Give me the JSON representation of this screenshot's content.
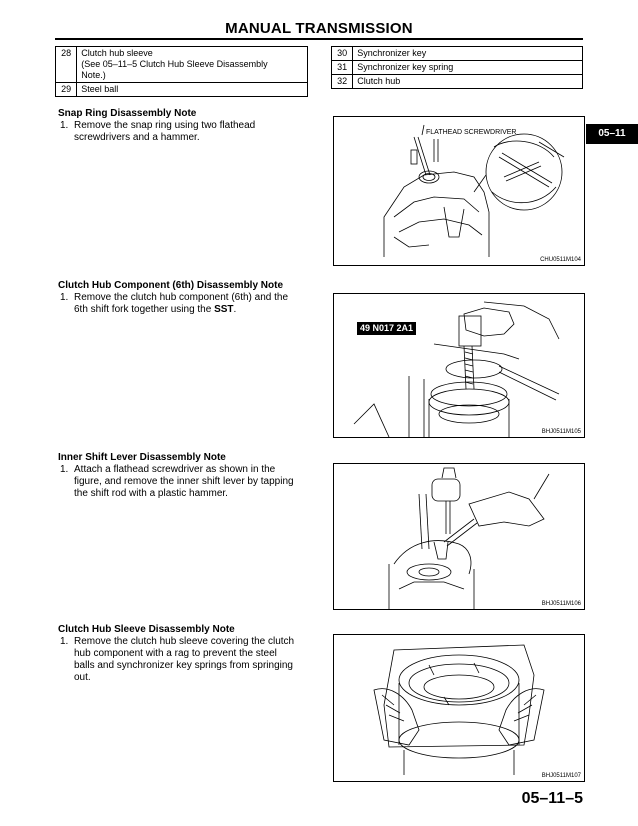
{
  "header": {
    "title": "MANUAL TRANSMISSION"
  },
  "tab_label": "05–11",
  "parts_left": [
    {
      "num": "28",
      "lines": [
        "Clutch hub sleeve",
        "(See 05–11–5 Clutch Hub Sleeve Disassembly",
        "Note.)"
      ]
    },
    {
      "num": "29",
      "lines": [
        "Steel ball"
      ]
    }
  ],
  "parts_right": [
    {
      "num": "30",
      "lines": [
        "Synchronizer key"
      ]
    },
    {
      "num": "31",
      "lines": [
        "Synchronizer key spring"
      ]
    },
    {
      "num": "32",
      "lines": [
        "Clutch hub"
      ]
    }
  ],
  "sections": [
    {
      "title": "Snap Ring Disassembly Note",
      "step_num": "1.",
      "step_lines": [
        "Remove the snap ring using two flathead",
        "screwdrivers and a hammer."
      ],
      "figure_label": "FLATHEAD SCREWDRIVER",
      "figure_code": "CHU0511M104"
    },
    {
      "title": "Clutch Hub Component (6th) Disassembly Note",
      "step_num": "1.",
      "step_lines": [
        "Remove the clutch hub component (6th) and the"
      ],
      "step_last_pre": "6th shift fork together using the ",
      "step_last_bold": "SST",
      "step_last_post": ".",
      "figure_callout": "49 N017 2A1",
      "figure_code": "BHJ0511M105"
    },
    {
      "title": "Inner Shift Lever Disassembly Note",
      "step_num": "1.",
      "step_lines": [
        "Attach a flathead screwdriver as shown in the",
        "figure, and remove the inner shift lever by tapping",
        "the shift rod with a plastic hammer."
      ],
      "figure_code": "BHJ0511M106"
    },
    {
      "title": "Clutch Hub Sleeve Disassembly Note",
      "step_num": "1.",
      "step_lines": [
        "Remove the clutch hub sleeve covering the clutch",
        "hub component with a rag to prevent the steel",
        "balls and synchronizer key springs from springing",
        "out."
      ],
      "figure_code": "BHJ0511M107"
    }
  ],
  "page_number": "05–11–5"
}
